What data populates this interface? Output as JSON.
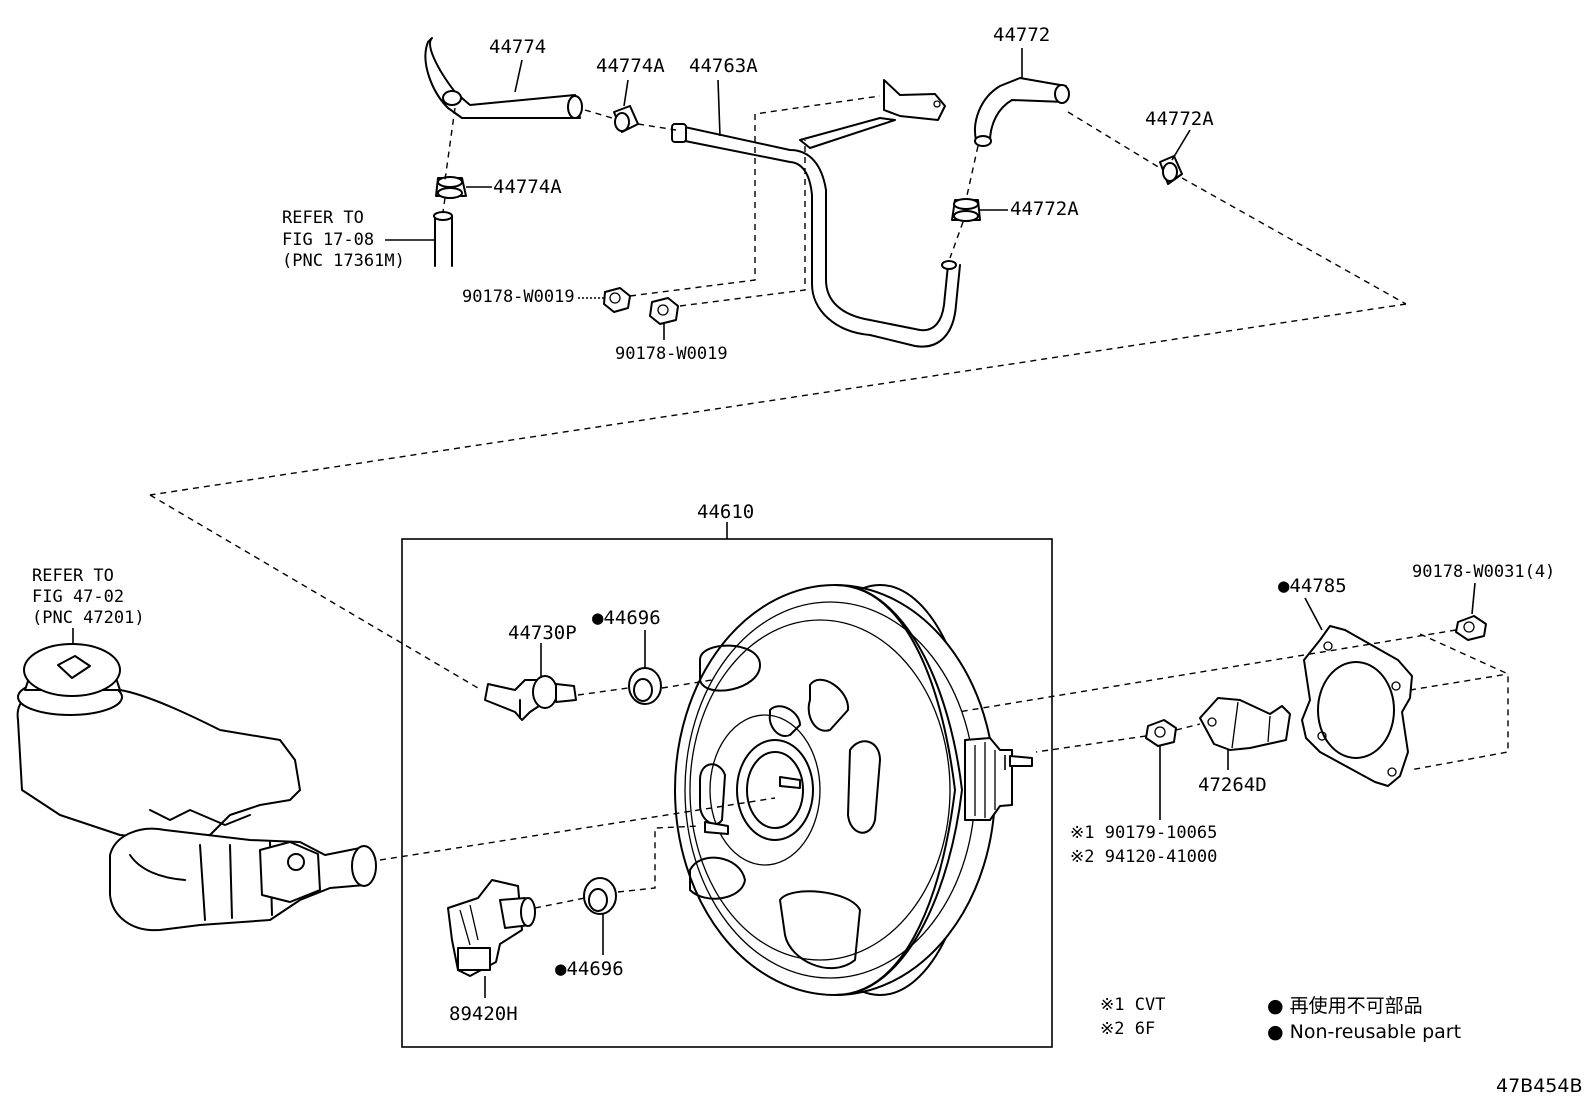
{
  "parts": {
    "hose_44774": "44774",
    "clip_44774A_upper": "44774A",
    "pipe_44763A": "44763A",
    "hose_44772": "44772",
    "clip_44772A_right": "44772A",
    "clip_44774A_lower": "44774A",
    "clip_44772A_lower": "44772A",
    "nut_90178_W0019_a": "90178-W0019",
    "nut_90178_W0019_b": "90178-W0019",
    "booster_44610": "44610",
    "valve_44730P": "44730P",
    "grommet_44696_upper": "●44696",
    "grommet_44696_lower": "●44696",
    "sensor_89420H": "89420H",
    "gasket_44785": "●44785",
    "nut_90178_W0031": "90178-W0031(4)",
    "clevis_47264D": "47264D",
    "note_1_part": "※1 90179-10065",
    "note_2_part": "※2 94120-41000"
  },
  "refer_upper": [
    "REFER TO",
    "FIG 17-08",
    "(PNC 17361M)"
  ],
  "refer_left": [
    "REFER TO",
    "FIG 47-02",
    "(PNC 47201)"
  ],
  "legend": {
    "note1": "※1 CVT",
    "note2": "※2 6F",
    "jp": "● 再使用不可部品",
    "en": "● Non-reusable part"
  },
  "figure_code": "47B454B"
}
